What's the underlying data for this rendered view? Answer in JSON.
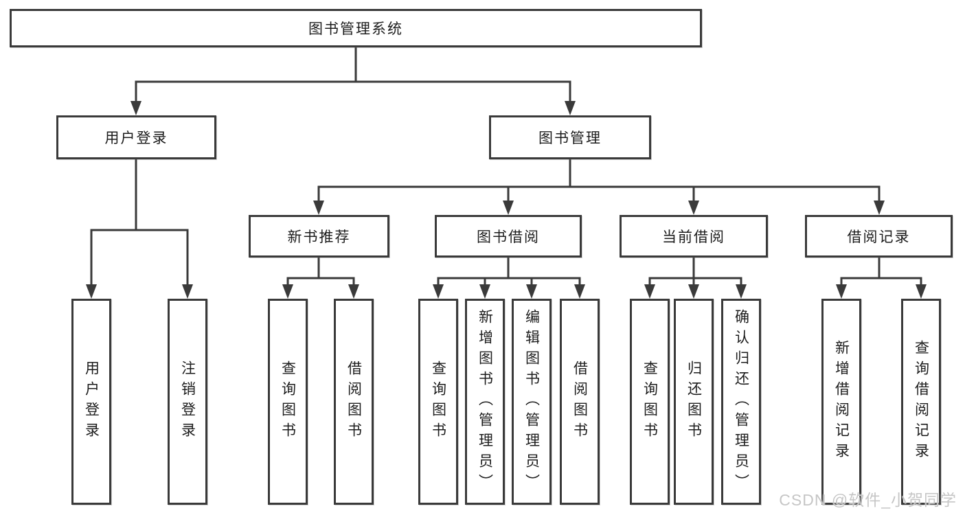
{
  "diagram": {
    "root": {
      "label": "图书管理系统"
    },
    "level2": [
      {
        "label": "用户登录"
      },
      {
        "label": "图书管理"
      }
    ],
    "level3": [
      {
        "label": "新书推荐"
      },
      {
        "label": "图书借阅"
      },
      {
        "label": "当前借阅"
      },
      {
        "label": "借阅记录"
      }
    ],
    "leaves": {
      "login": [
        {
          "label": "用户登录"
        },
        {
          "label": "注销登录"
        }
      ],
      "recommend": [
        {
          "label": "查询图书"
        },
        {
          "label": "借阅图书"
        }
      ],
      "borrow": [
        {
          "label": "查询图书"
        },
        {
          "label": "新增图书（管理员）"
        },
        {
          "label": "编辑图书（管理员）"
        },
        {
          "label": "借阅图书"
        }
      ],
      "current": [
        {
          "label": "查询图书"
        },
        {
          "label": "归还图书"
        },
        {
          "label": "确认归还（管理员）"
        }
      ],
      "records": [
        {
          "label": "新增借阅记录"
        },
        {
          "label": "查询借阅记录"
        }
      ]
    },
    "watermark": "CSDN @软件_小贺同学",
    "colors": {
      "line": "#3a3a3a",
      "text": "#1c1c1c",
      "watermark": "#c6c6c6",
      "background": "#ffffff"
    }
  }
}
